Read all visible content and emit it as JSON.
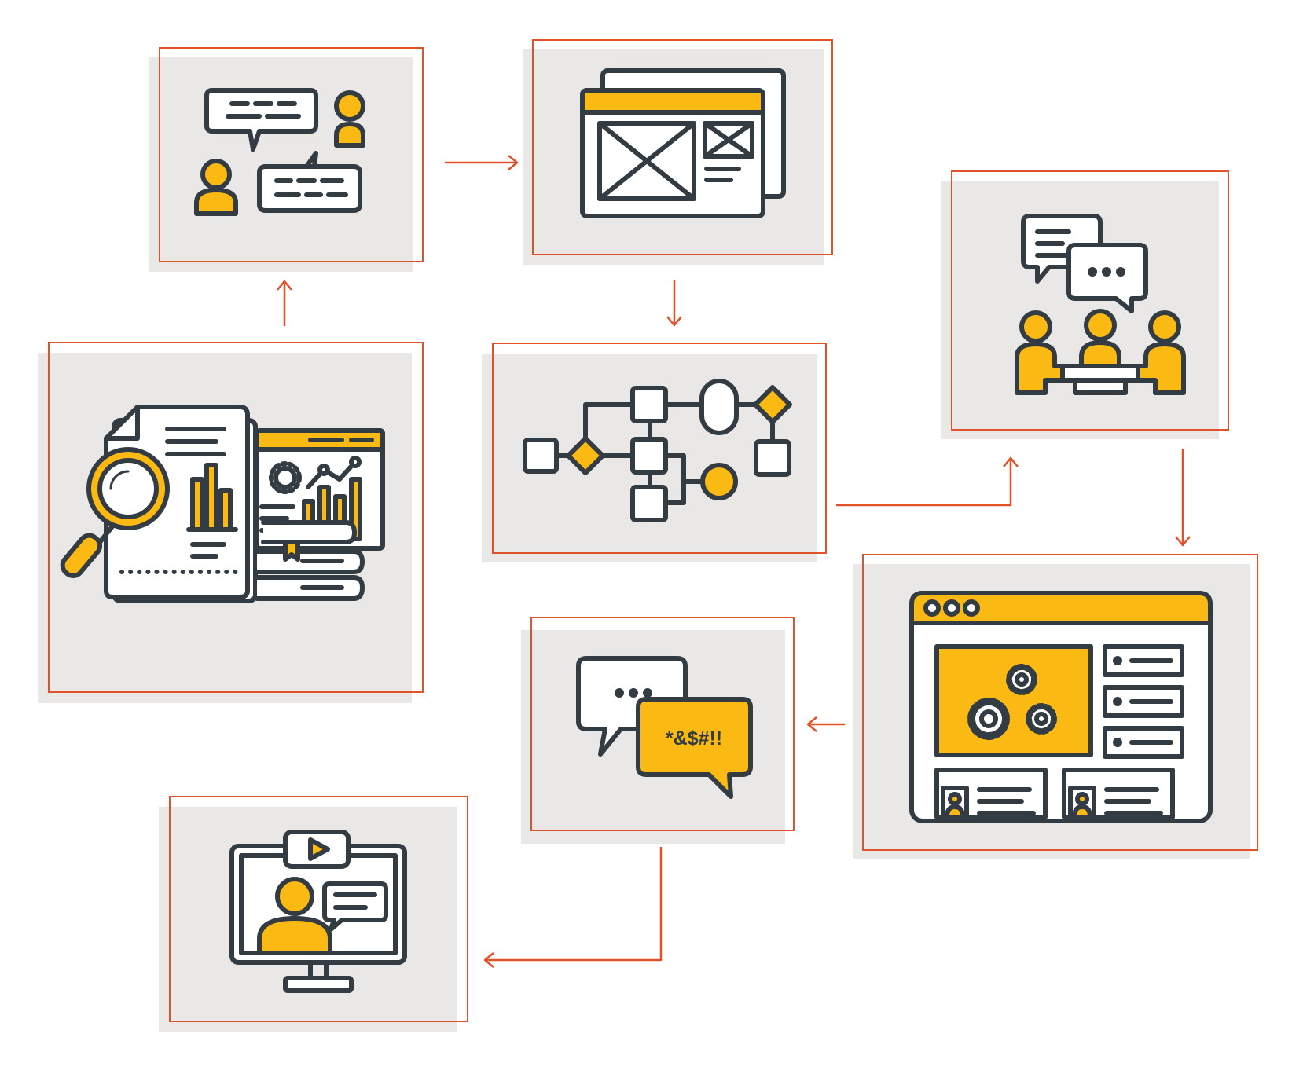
{
  "palette": {
    "accent_orange": "#e0532a",
    "panel_gray": "#e9e8e7",
    "icon_yellow": "#fbb913",
    "icon_stroke": "#333b43",
    "icon_fill": "#ffffff"
  },
  "steps": [
    {
      "id": "discussion",
      "icon": "chat-with-users-icon"
    },
    {
      "id": "wireframe",
      "icon": "wireframe-windows-icon"
    },
    {
      "id": "flowchart",
      "icon": "flowchart-icon"
    },
    {
      "id": "research",
      "icon": "research-analysis-icon"
    },
    {
      "id": "meeting",
      "icon": "team-meeting-icon"
    },
    {
      "id": "development",
      "icon": "web-app-settings-icon"
    },
    {
      "id": "feedback",
      "icon": "feedback-chat-icon",
      "symbol_text": "*&$#!!"
    },
    {
      "id": "video_presentation",
      "icon": "video-presentation-icon"
    }
  ],
  "connections": [
    {
      "from": "research",
      "to": "discussion"
    },
    {
      "from": "discussion",
      "to": "wireframe"
    },
    {
      "from": "wireframe",
      "to": "flowchart"
    },
    {
      "from": "flowchart",
      "to": "meeting"
    },
    {
      "from": "meeting",
      "to": "development"
    },
    {
      "from": "development",
      "to": "feedback"
    },
    {
      "from": "feedback",
      "to": "video_presentation"
    }
  ]
}
